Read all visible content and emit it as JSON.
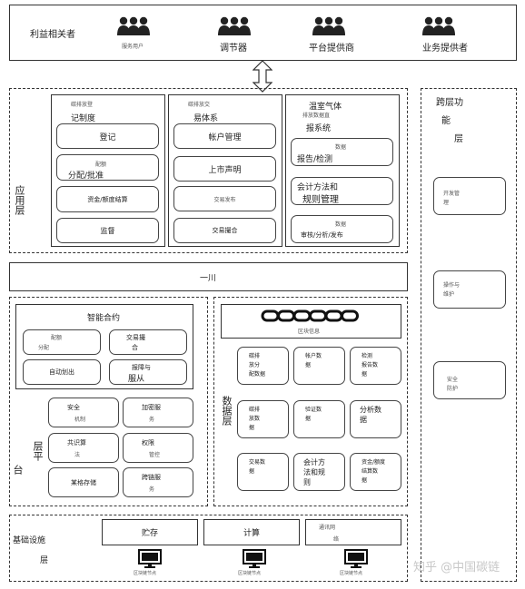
{
  "stakeholders": {
    "title": "利益相关者",
    "roles": [
      {
        "label": "服务用户",
        "icon": "people-icon"
      },
      {
        "label": "调节器",
        "icon": "people-icon"
      },
      {
        "label": "平台提供商",
        "icon": "people-icon"
      },
      {
        "label": "业务提供者",
        "icon": "people-icon"
      }
    ]
  },
  "application_layer": {
    "label": "应用层",
    "col1": {
      "subtitle": "碳排放登",
      "title": "记制度",
      "items": [
        {
          "label": "登记"
        },
        {
          "small": "配额",
          "label": "分配/批准"
        },
        {
          "label": "资金/额度结算"
        },
        {
          "label": "监督"
        }
      ]
    },
    "col2": {
      "subtitle": "碳排放交",
      "title": "易体系",
      "items": [
        {
          "label": "帐户管理"
        },
        {
          "label": "上市声明"
        },
        {
          "label": "交易发布"
        },
        {
          "label": "交易撮合"
        }
      ]
    },
    "col3": {
      "subtitle": "温室气体",
      "subtitle2": "排放数据直",
      "title": "报系统",
      "items": [
        {
          "small": "数据",
          "label": "报告/检测"
        },
        {
          "label": "会计方法和",
          "label2": "规则管理"
        },
        {
          "small": "数据",
          "label": "审核/分析/发布"
        }
      ]
    }
  },
  "cross_layer": {
    "title1": "跨层功",
    "title2": "能",
    "title3": "层",
    "items": [
      {
        "label": "开发管",
        "label2": "理"
      },
      {
        "label": "操作与",
        "label2": "维护"
      },
      {
        "label": "安全",
        "label2": "防护"
      }
    ]
  },
  "interface_bar": {
    "label": "一川"
  },
  "platform_layer": {
    "label_a": "台",
    "label_b": "层平",
    "smart_contract": {
      "title": "智能合约",
      "items": [
        {
          "small": "配额",
          "label": "分配"
        },
        {
          "label": "交易撮",
          "label2": "合"
        },
        {
          "label": "自动划出"
        },
        {
          "label": "报障与",
          "label2": "服从"
        }
      ]
    },
    "services": [
      {
        "label": "安全",
        "label2": "机制"
      },
      {
        "label": "加密服",
        "label2": "务"
      },
      {
        "label": "共识算",
        "label2": "法"
      },
      {
        "label": "权限",
        "label2": "管控"
      },
      {
        "label": "某格存储"
      },
      {
        "label": "跨链服",
        "label2": "务"
      }
    ]
  },
  "data_layer": {
    "label": "数据层",
    "block_info": "区块信息",
    "items": [
      {
        "label": "碳排",
        "label2": "放分",
        "label3": "配数据"
      },
      {
        "label": "帐户数",
        "label2": "据"
      },
      {
        "label": "检测",
        "label2": "报告数",
        "label3": "据"
      },
      {
        "label": "碳排",
        "label2": "放数",
        "label3": "据"
      },
      {
        "label": "验证数",
        "label2": "据"
      },
      {
        "label": "分析数",
        "label2": "据"
      },
      {
        "label": "交易数",
        "label2": "据"
      },
      {
        "label": "会计方",
        "label2": "法和规",
        "label3": "则"
      },
      {
        "label": "资金/额度",
        "label2": "结算数",
        "label3": "据"
      }
    ]
  },
  "infrastructure": {
    "label1": "基础设施",
    "label2": "层",
    "items": [
      {
        "label": "贮存"
      },
      {
        "label": "计算"
      },
      {
        "label": "通讯网",
        "label2": "络"
      }
    ],
    "nodes": [
      {
        "label": "区块链节点"
      },
      {
        "label": "区块链节点"
      },
      {
        "label": "区块链节点"
      }
    ]
  },
  "watermark": "知乎 @中国碳链"
}
